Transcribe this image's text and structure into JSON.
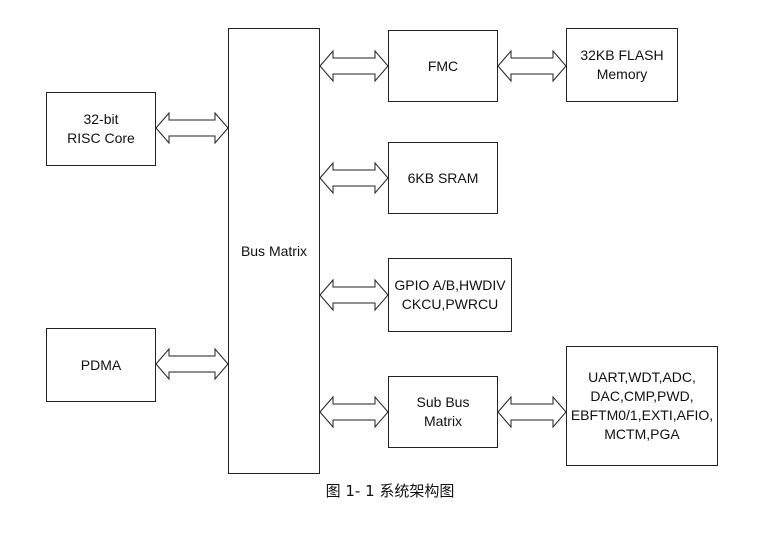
{
  "blocks": {
    "risc_core": [
      "32-bit",
      "RISC Core"
    ],
    "pdma": [
      "PDMA"
    ],
    "bus_matrix": [
      "Bus Matrix"
    ],
    "fmc": [
      "FMC"
    ],
    "flash": [
      "32KB FLASH",
      "Memory"
    ],
    "sram": [
      "6KB SRAM"
    ],
    "gpio": [
      "GPIO A/B,HWDIV",
      "CKCU,PWRCU"
    ],
    "sub_bus": [
      "Sub Bus",
      "Matrix"
    ],
    "peripherals": [
      "UART,WDT,ADC,",
      "DAC,CMP,PWD,",
      "EBFTM0/1,EXTI,AFIO,",
      "MCTM,PGA"
    ]
  },
  "caption": "图 1-  1  系统架构图",
  "colors": {
    "stroke": "#222222",
    "fill": "#ffffff"
  }
}
